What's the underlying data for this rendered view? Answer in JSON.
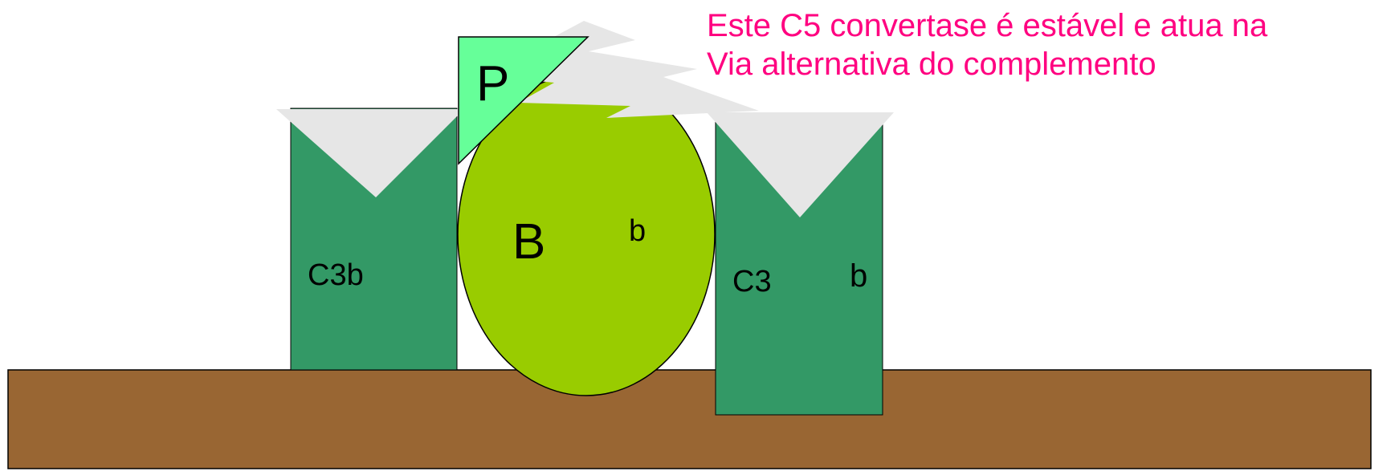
{
  "caption": {
    "line1": "Este C5 convertase  é estável e atua na",
    "line2": "Via alternativa do complemento"
  },
  "labels": {
    "c3b_left": "C3b",
    "factor_b": "B",
    "factor_b_small": "b",
    "c3_right": "C3",
    "c3_right_b": "b",
    "properdin": "P"
  },
  "colors": {
    "caption": "#ff0080",
    "membrane": "#996633",
    "c3_block": "#339966",
    "factor_b": "#99cc00",
    "properdin": "#66ff99",
    "cleft": "#e6e6e6"
  }
}
